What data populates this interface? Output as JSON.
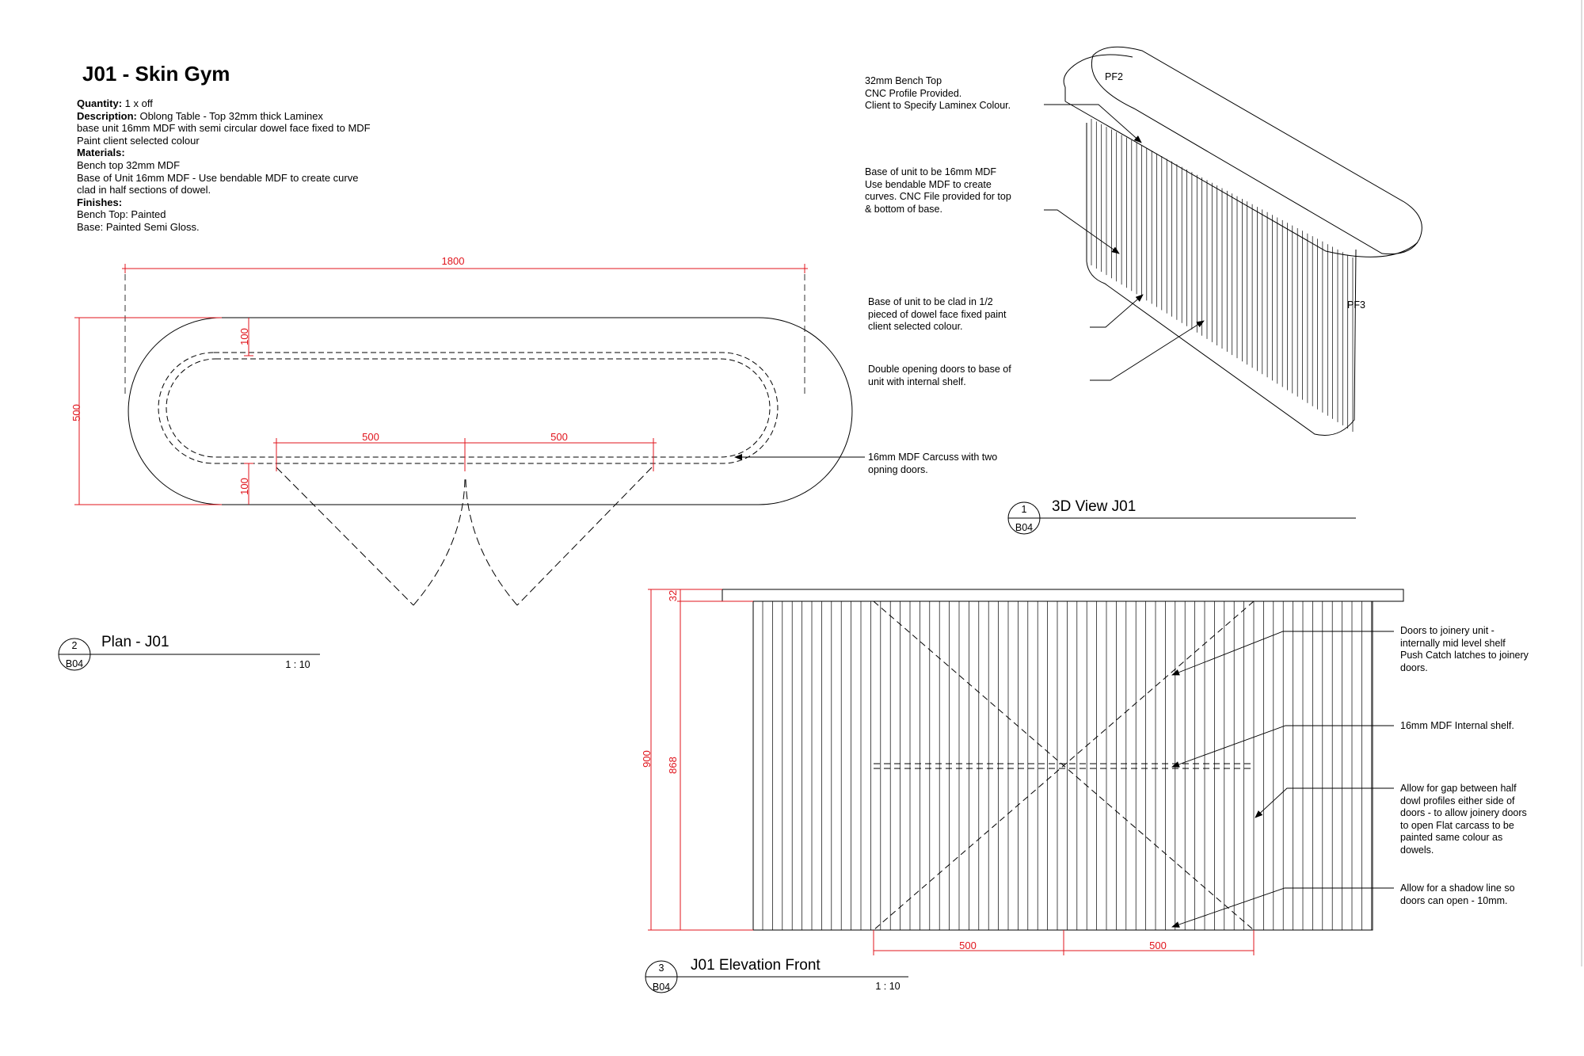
{
  "sheet": {
    "title": "J01 - Skin Gym",
    "specs": [
      {
        "label": "Quantity:",
        "text": " 1 x off"
      },
      {
        "label": "Description:",
        "text": " Oblong Table - Top 32mm thick Laminex"
      },
      {
        "label": "",
        "text": "base unit 16mm MDF with semi circular dowel face fixed to MDF"
      },
      {
        "label": "",
        "text": "Paint client selected colour"
      },
      {
        "label": "Materials:",
        "text": ""
      },
      {
        "label": "",
        "text": "Bench top 32mm MDF"
      },
      {
        "label": "",
        "text": "Base of Unit 16mm MDF - Use bendable MDF to create curve"
      },
      {
        "label": "",
        "text": "clad in half sections of dowel."
      },
      {
        "label": "Finishes:",
        "text": ""
      },
      {
        "label": "",
        "text": "Bench Top: Painted"
      },
      {
        "label": "",
        "text": "Base: Painted Semi Gloss."
      }
    ]
  },
  "plan_view": {
    "number": "2",
    "sheet_ref": "B04",
    "title": "Plan - J01",
    "scale": "1 : 10",
    "dims": {
      "overall_length": "1800",
      "overall_width": "500",
      "offset_top": "100",
      "offset_bottom": "100",
      "door_left": "500",
      "door_right": "500"
    },
    "callout": "16mm MDF Carcuss  with two\nopning doors."
  },
  "view_3d": {
    "number": "1",
    "sheet_ref": "B04",
    "title": "3D View J01",
    "labels": {
      "top": "PF2",
      "side": "PF3"
    },
    "callouts": [
      "32mm Bench Top\nCNC Profile Provided.\nClient to Specify Laminex Colour.",
      "Base of unit to be 16mm MDF\nUse bendable MDF to create\ncurves. CNC File provided for top\n& bottom of base.",
      "Base of unit to be clad in 1/2\npieced of dowel face fixed paint\nclient selected colour.",
      "Double opening doors to base of\nunit with internal shelf."
    ]
  },
  "elevation_view": {
    "number": "3",
    "sheet_ref": "B04",
    "title": "J01 Elevation Front",
    "scale": "1 : 10",
    "dims": {
      "top_thickness": "32",
      "overall_height": "900",
      "base_height": "868",
      "door_left": "500",
      "door_right": "500"
    },
    "callouts": [
      "Doors to joinery unit -\ninternally mid level shelf\nPush Catch latches to joinery\ndoors.",
      "16mm MDF Internal shelf.",
      "Allow for gap between half\ndowl profiles either side of\ndoors -  to allow joinery doors\nto open Flat carcass to be\npainted same colour as\ndowels.",
      "Allow for a shadow line so\ndoors can open - 10mm."
    ]
  },
  "colors": {
    "dimension": "#e0141c",
    "line": "#000000"
  }
}
